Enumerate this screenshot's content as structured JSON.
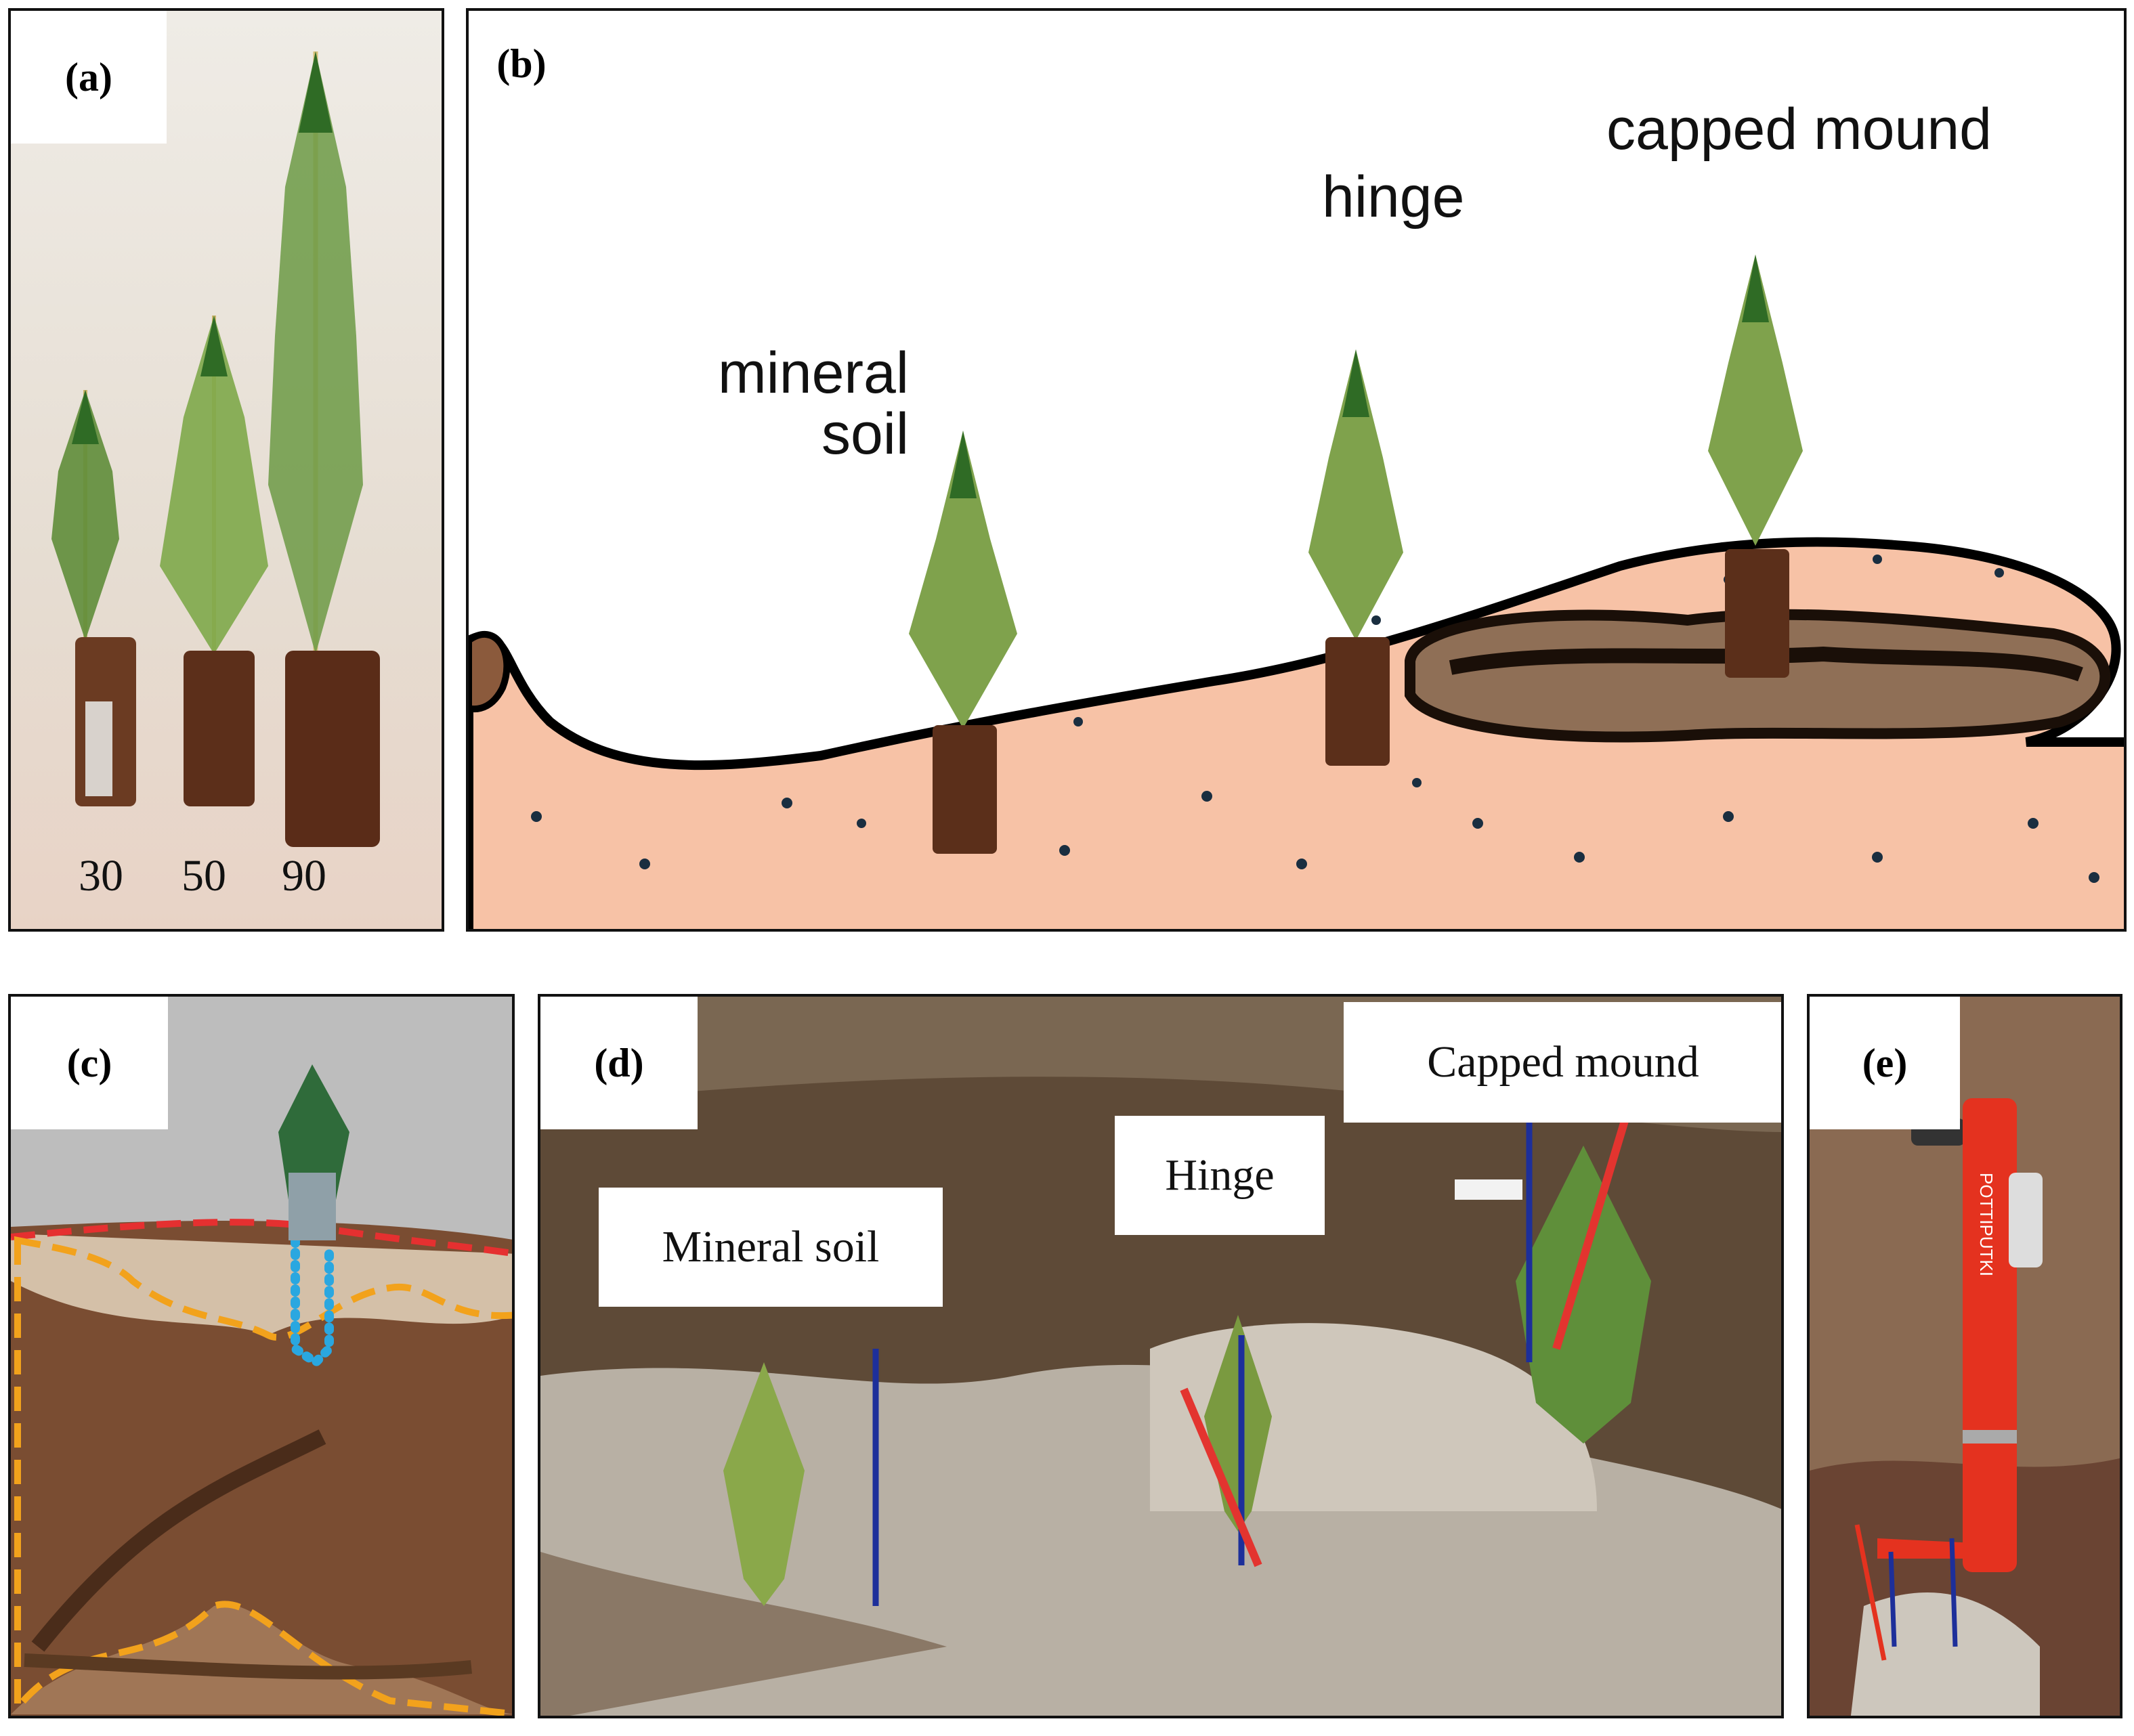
{
  "panels": {
    "a": {
      "label": "(a)",
      "sizes": [
        "30",
        "50",
        "90"
      ]
    },
    "b": {
      "label": "(b)",
      "positions": [
        "mineral\nsoil",
        "hinge",
        "capped mound"
      ]
    },
    "c": {
      "label": "(c)"
    },
    "d": {
      "label": "(d)",
      "positions": [
        "Mineral soil",
        "Hinge",
        "Capped mound"
      ]
    },
    "e": {
      "label": "(e)",
      "tool_text": "POTTIPUTKI"
    }
  }
}
